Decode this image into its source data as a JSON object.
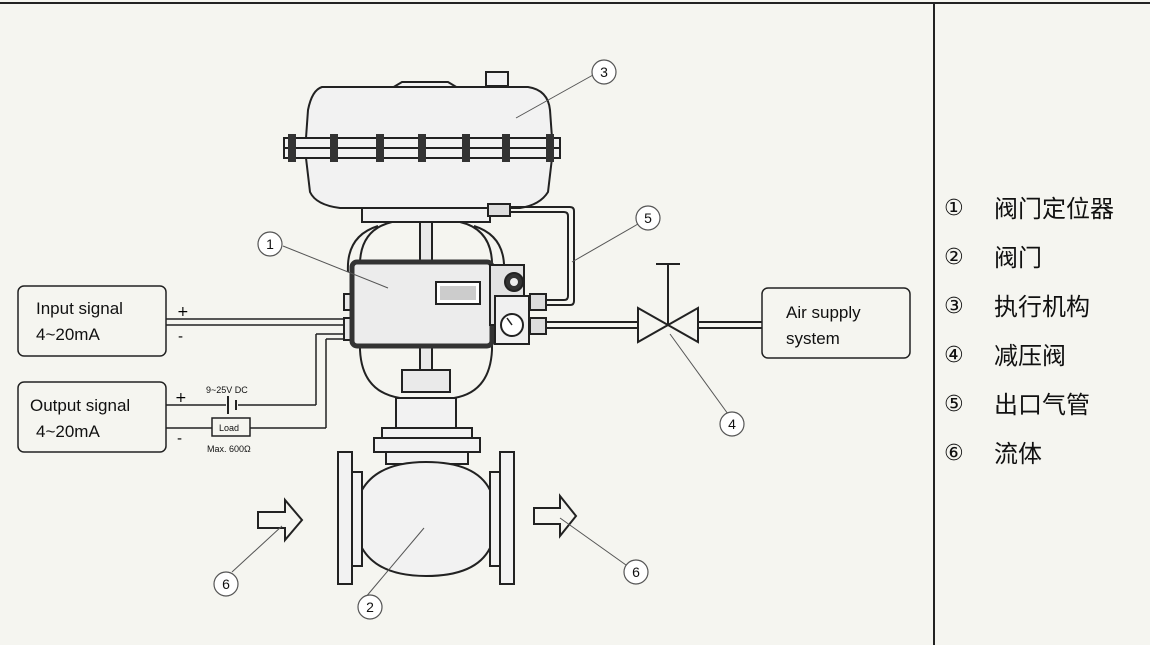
{
  "signals": {
    "input_line1": "Input signal",
    "input_line2": "4~20mA",
    "output_line1": "Output signal",
    "output_line2": "4~20mA",
    "plus": "+",
    "minus": "-",
    "dc": "9~25V DC",
    "load": "Load",
    "max_load": "Max. 600Ω"
  },
  "air_supply": {
    "line1": "Air supply",
    "line2": "system"
  },
  "callouts": [
    "1",
    "2",
    "3",
    "4",
    "5",
    "6"
  ],
  "legend": [
    {
      "num": "①",
      "label": "阀门定位器"
    },
    {
      "num": "②",
      "label": "阀门"
    },
    {
      "num": "③",
      "label": "执行机构"
    },
    {
      "num": "④",
      "label": "减压阀"
    },
    {
      "num": "⑤",
      "label": "出口气管"
    },
    {
      "num": "⑥",
      "label": "流体"
    }
  ]
}
